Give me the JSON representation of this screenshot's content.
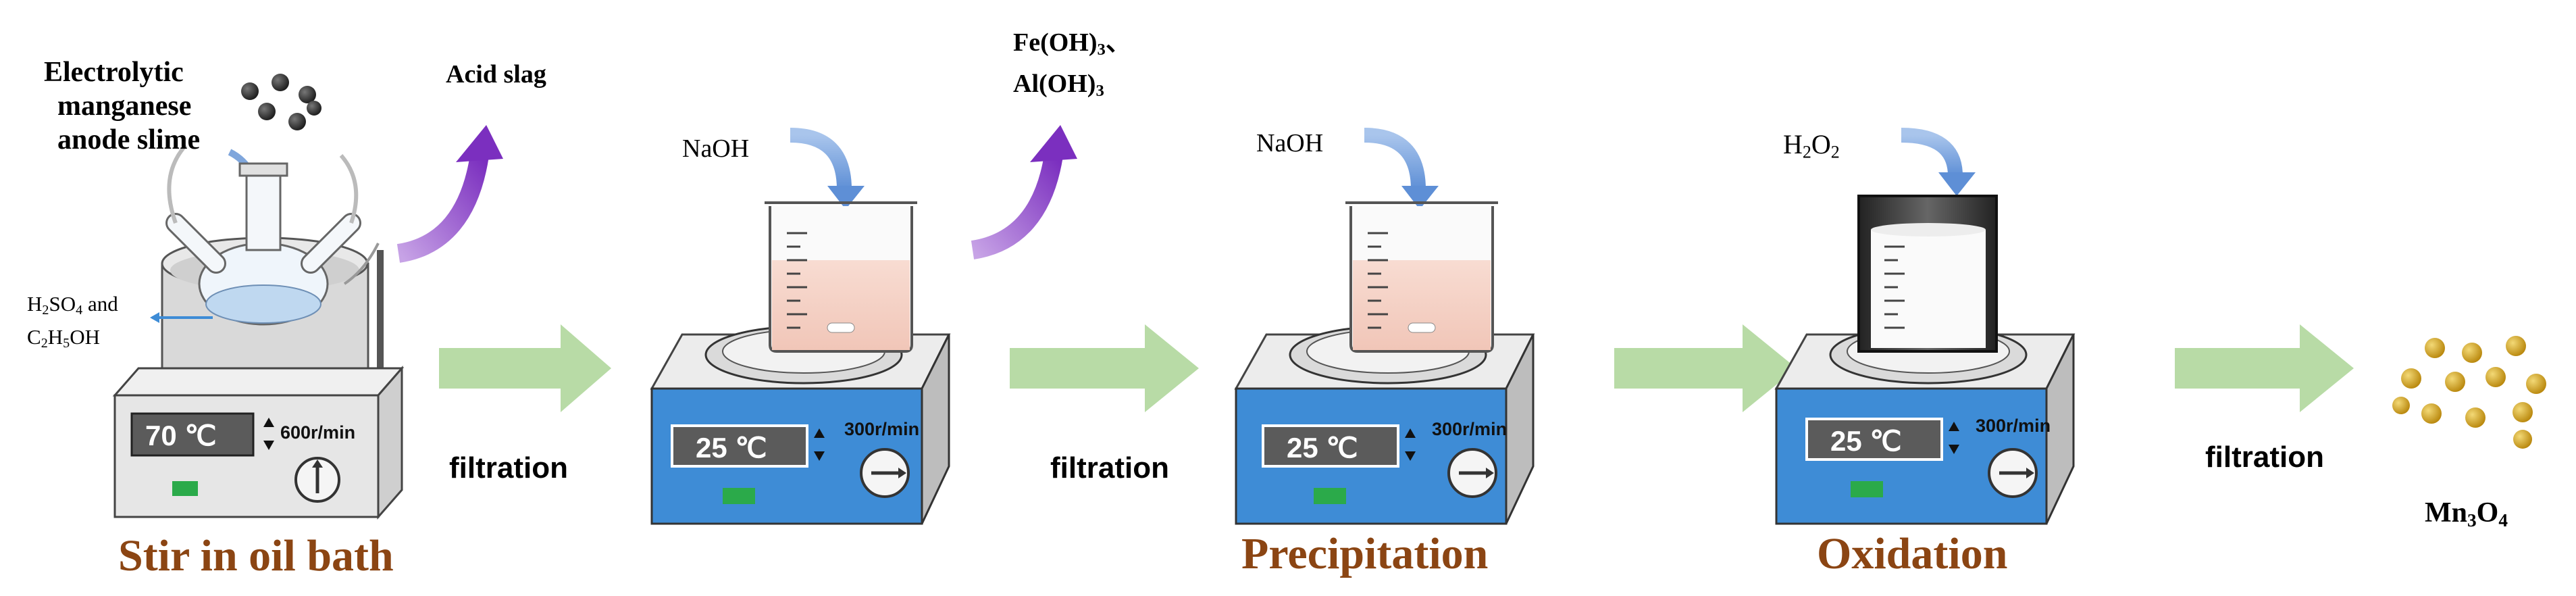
{
  "input_material": {
    "line1": "Electrolytic",
    "line2": "manganese",
    "line3": "anode slime"
  },
  "reagents": {
    "acid": "H",
    "acid_sub1": "2",
    "acid_mid": "SO",
    "acid_sub2": "4",
    "acid_tail": " and",
    "ethanol_c": "C",
    "ethanol_sub1": "2",
    "ethanol_h": "H",
    "ethanol_sub2": "5",
    "ethanol_tail": "OH"
  },
  "byproducts": {
    "acid_slag": "Acid slag",
    "feoh_a": "Fe(OH)",
    "feoh_sub": "3",
    "feoh_sep": "、",
    "aloh_a": "Al(OH)",
    "aloh_sub": "3"
  },
  "additives": {
    "naoh_1": "NaOH",
    "naoh_2": "NaOH",
    "h2o2_h": "H",
    "h2o2_sub1": "2",
    "h2o2_o": "O",
    "h2o2_sub2": "2"
  },
  "stirrers": [
    {
      "temperature": "70 ℃",
      "speed": "600r/min"
    },
    {
      "temperature": "25 ℃",
      "speed": "300r/min"
    },
    {
      "temperature": "25 ℃",
      "speed": "300r/min"
    },
    {
      "temperature": "25 ℃",
      "speed": "300r/min"
    }
  ],
  "steps": {
    "stir": "Stir in oil bath",
    "filtration_1": "filtration",
    "filtration_2": "filtration",
    "precipitation": "Precipitation",
    "oxidation": "Oxidation",
    "filtration_3": "filtration"
  },
  "product": {
    "mn": "Mn",
    "sub1": "3",
    "o": "O",
    "sub2": "4"
  },
  "colors": {
    "stage_title": "#8B4513",
    "flow_arrow": "#B8DBA6",
    "curved_arrow": "#9A5CC6",
    "dropper_arrow": "#7FA6DC",
    "stirrer_blue": "#3E8CD6",
    "stirrer_gray": "#E6E6E6",
    "product_particle": "#D4A92A",
    "slime_particle": "#333333"
  }
}
